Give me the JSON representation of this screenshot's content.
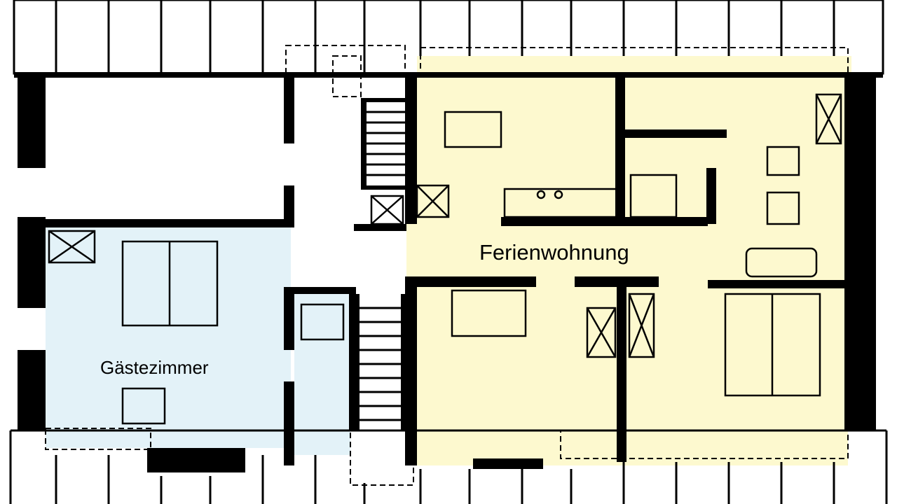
{
  "title": "Grundriss Dachgeschoss",
  "rooms": {
    "holiday_apartment": {
      "label": "Ferienwohnung",
      "color": "#fdf9cf"
    },
    "guest_room": {
      "label": "Gästezimmer",
      "color": "#e3f2f8"
    }
  },
  "colors": {
    "wall": "#000000",
    "background": "#ffffff"
  }
}
